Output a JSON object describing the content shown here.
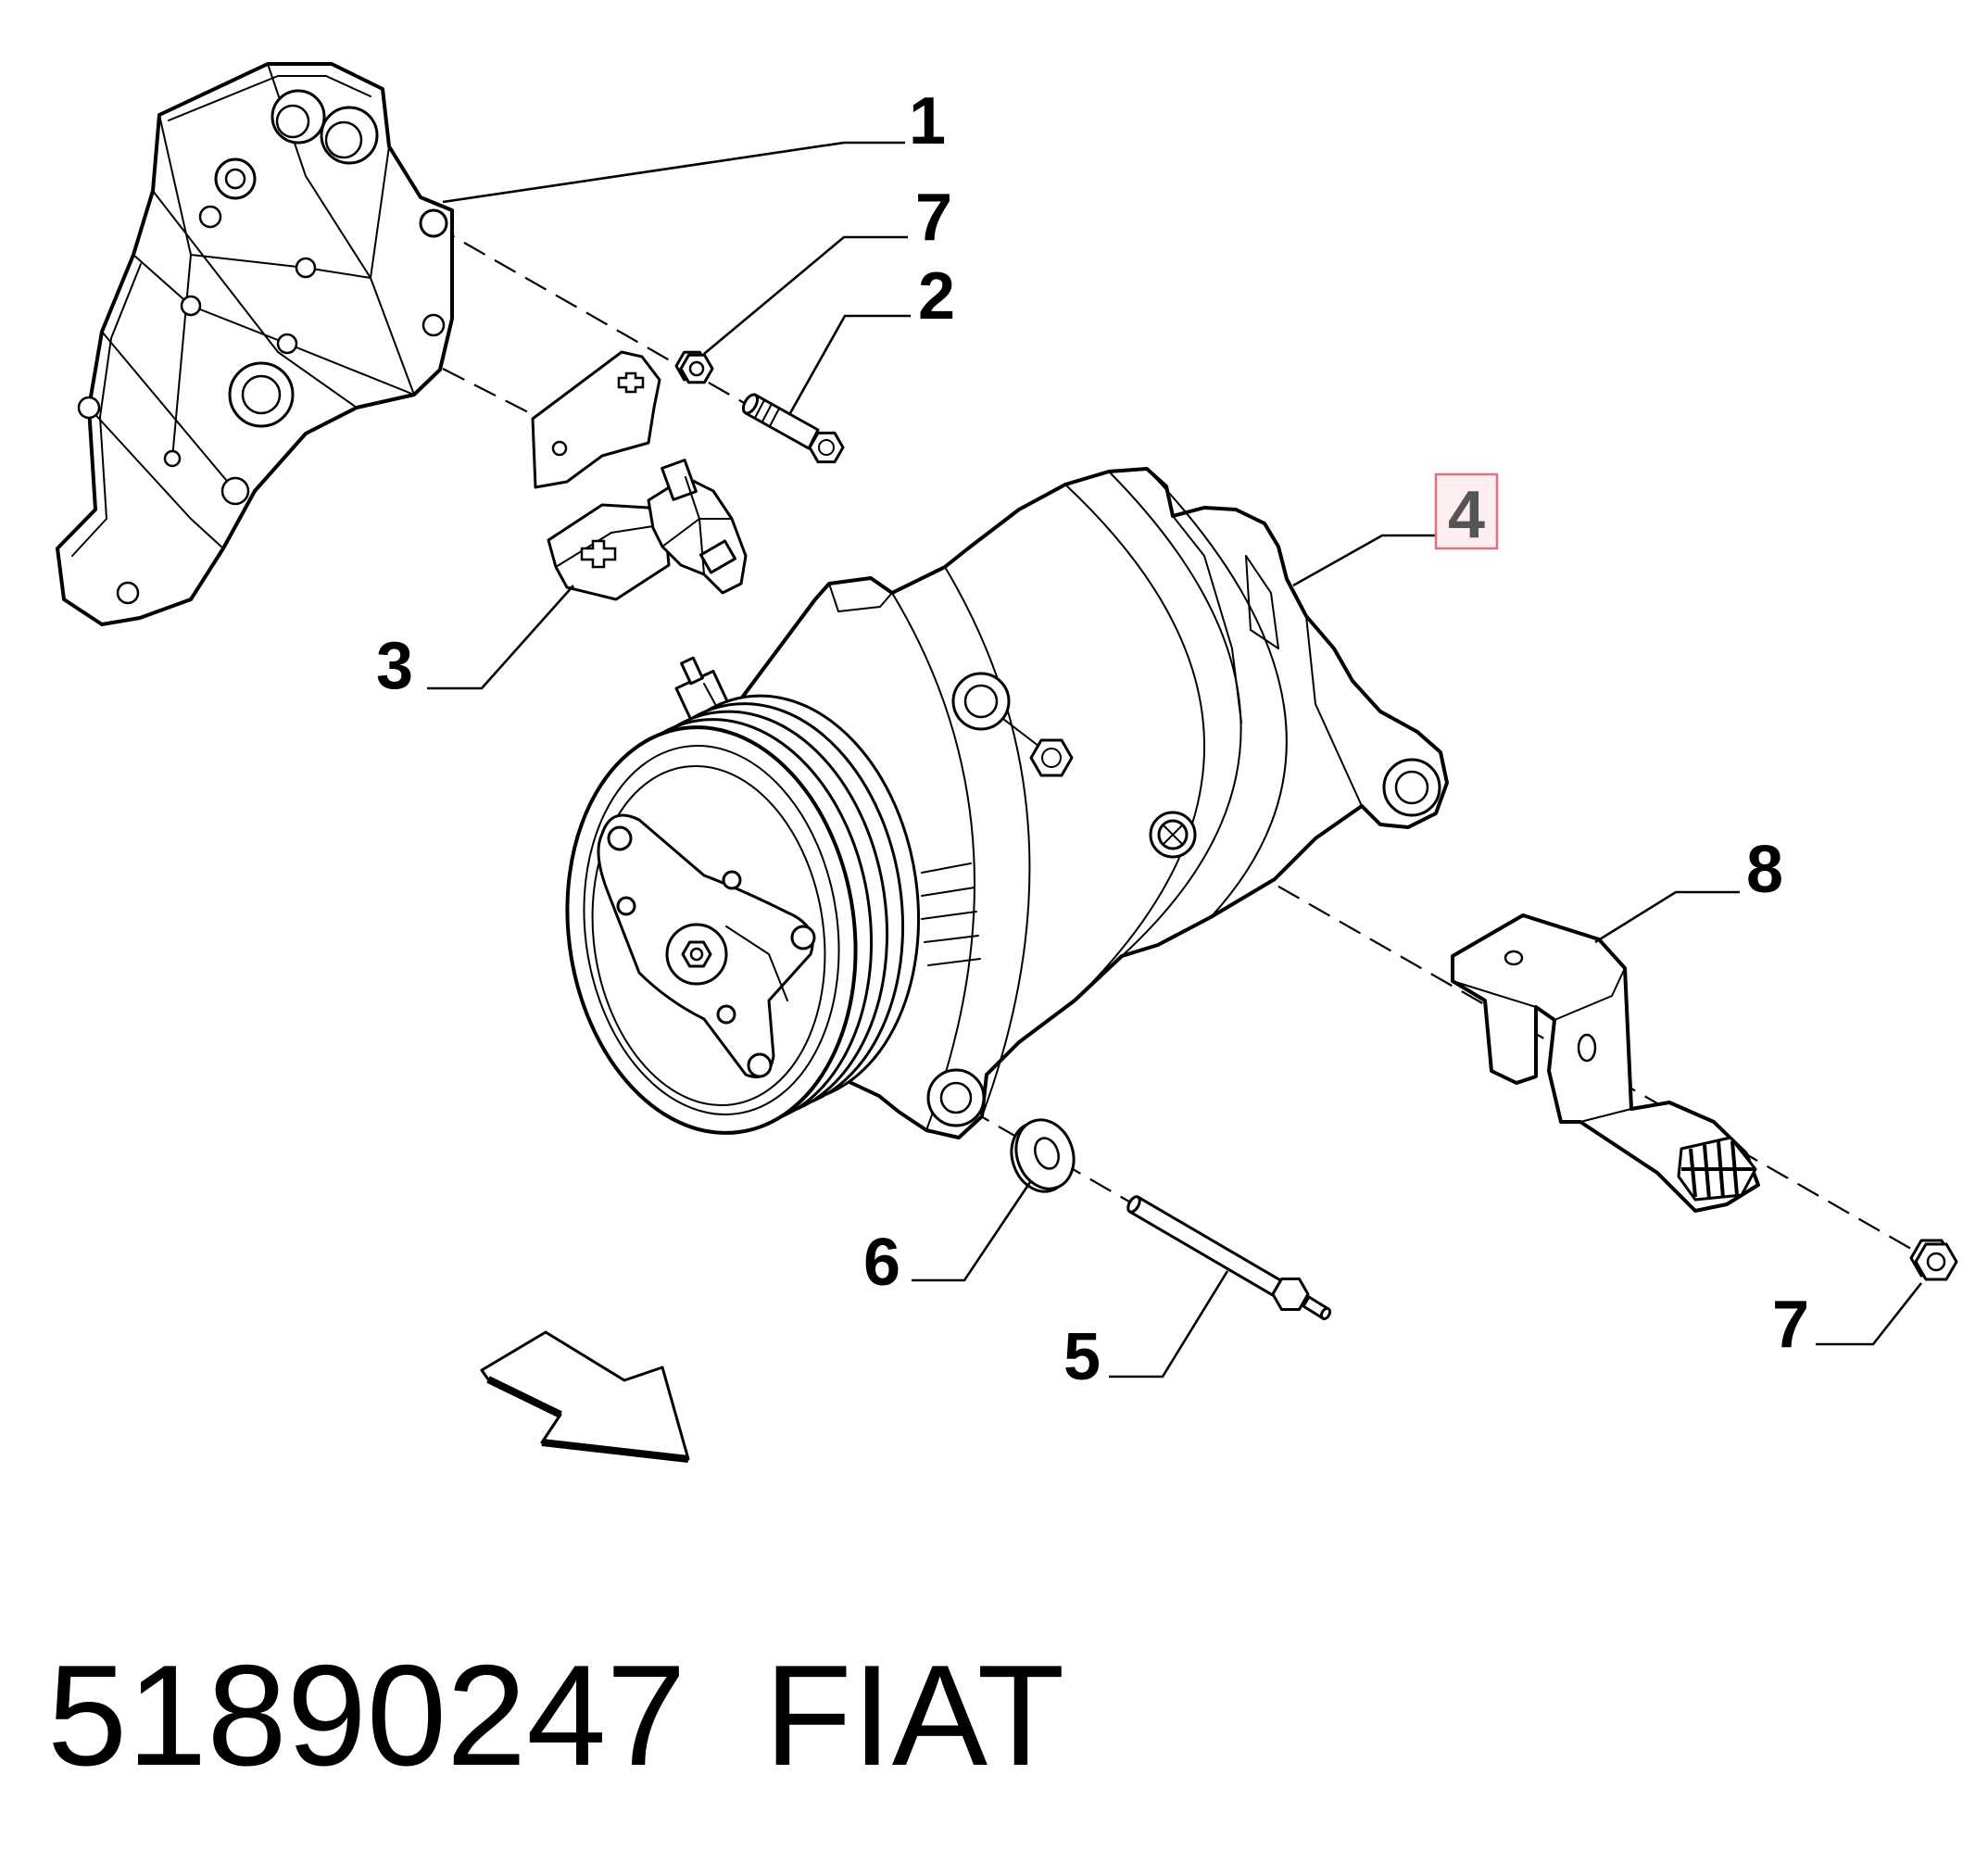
{
  "callouts": {
    "part_1": "1",
    "part_7_upper": "7",
    "part_2": "2",
    "part_3": "3",
    "part_4": "4",
    "part_8": "8",
    "part_6": "6",
    "part_5": "5",
    "part_7_lower": "7"
  },
  "footer": {
    "part_number": "51890247",
    "brand": "FIAT"
  },
  "colors": {
    "line": "#000000",
    "highlight_border": "#e0707c",
    "highlight_fill": "#fdeef0",
    "highlight_text": "#555555"
  }
}
